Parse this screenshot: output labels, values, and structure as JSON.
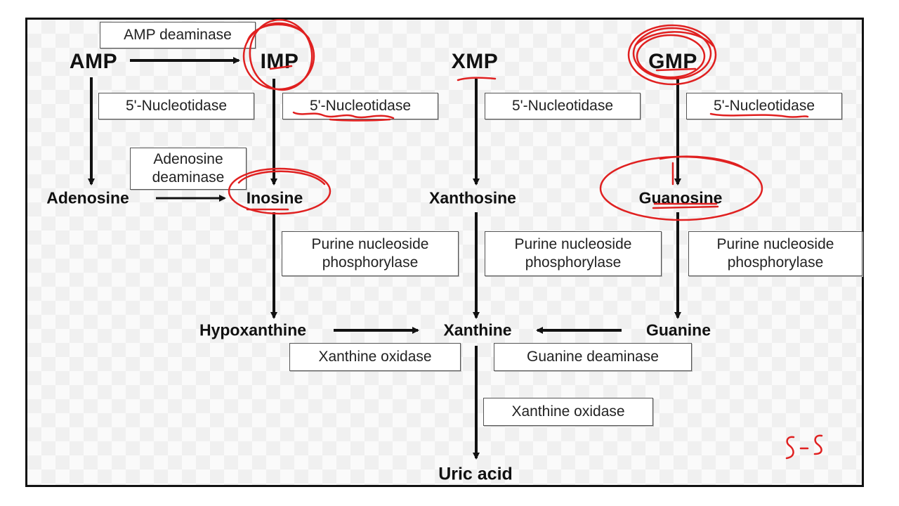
{
  "metabolites": {
    "amp": "AMP",
    "imp": "IMP",
    "xmp": "XMP",
    "gmp": "GMP",
    "adenosine": "Adenosine",
    "inosine": "Inosine",
    "xanthosine": "Xanthosine",
    "guanosine": "Guanosine",
    "hypoxanthine": "Hypoxanthine",
    "xanthine": "Xanthine",
    "guanine": "Guanine",
    "uric_acid": "Uric acid"
  },
  "enzymes": {
    "amp_deaminase": "AMP deaminase",
    "nucleotidase_amp": "5'-Nucleotidase",
    "nucleotidase_imp": "5'-Nucleotidase",
    "nucleotidase_xmp": "5'-Nucleotidase",
    "nucleotidase_gmp": "5'-Nucleotidase",
    "adenosine_deaminase": [
      "Adenosine",
      "deaminase"
    ],
    "pnp_inosine": [
      "Purine nucleoside",
      "phosphorylase"
    ],
    "pnp_xanthosine": [
      "Purine nucleoside",
      "phosphorylase"
    ],
    "pnp_guanosine": [
      "Purine nucleoside",
      "phosphorylase"
    ],
    "xanthine_oxidase_1": "Xanthine oxidase",
    "guanine_deaminase": "Guanine deaminase",
    "xanthine_oxidase_2": "Xanthine oxidase"
  },
  "annotation": {
    "handwritten_note": "5-5",
    "ink_color": "#e02020"
  },
  "colors": {
    "arrow": "#111111",
    "frame": "#111111"
  }
}
